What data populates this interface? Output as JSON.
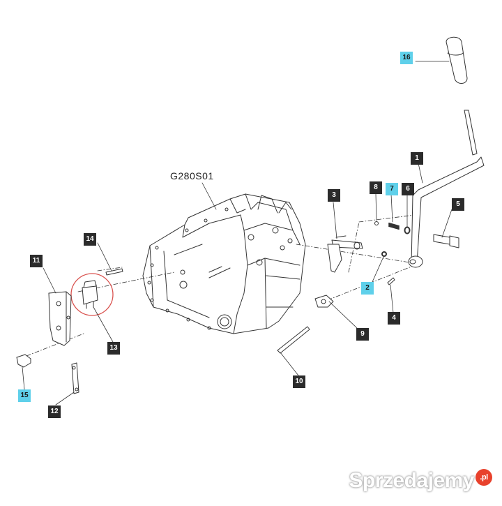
{
  "diagram": {
    "title": "G280S01",
    "callouts": [
      {
        "id": "c1",
        "label": "1",
        "style": "dark"
      },
      {
        "id": "c2",
        "label": "2",
        "style": "cyan"
      },
      {
        "id": "c3",
        "label": "3",
        "style": "dark"
      },
      {
        "id": "c4",
        "label": "4",
        "style": "dark"
      },
      {
        "id": "c5",
        "label": "5",
        "style": "dark"
      },
      {
        "id": "c6",
        "label": "6",
        "style": "dark"
      },
      {
        "id": "c7",
        "label": "7",
        "style": "cyan"
      },
      {
        "id": "c8",
        "label": "8",
        "style": "dark"
      },
      {
        "id": "c9",
        "label": "9",
        "style": "dark"
      },
      {
        "id": "c10",
        "label": "10",
        "style": "dark"
      },
      {
        "id": "c11",
        "label": "11",
        "style": "dark"
      },
      {
        "id": "c12",
        "label": "12",
        "style": "dark"
      },
      {
        "id": "c13",
        "label": "13",
        "style": "dark"
      },
      {
        "id": "c14",
        "label": "14",
        "style": "dark"
      },
      {
        "id": "c15",
        "label": "15",
        "style": "cyan"
      },
      {
        "id": "c16",
        "label": "16",
        "style": "cyan"
      }
    ],
    "colors": {
      "dark_callout": "#2b2b2b",
      "cyan_callout": "#5fd0ea",
      "highlight_circle": "#d9534f"
    }
  },
  "watermark": {
    "text": "Sprzedajemy",
    "badge": ".pl"
  }
}
